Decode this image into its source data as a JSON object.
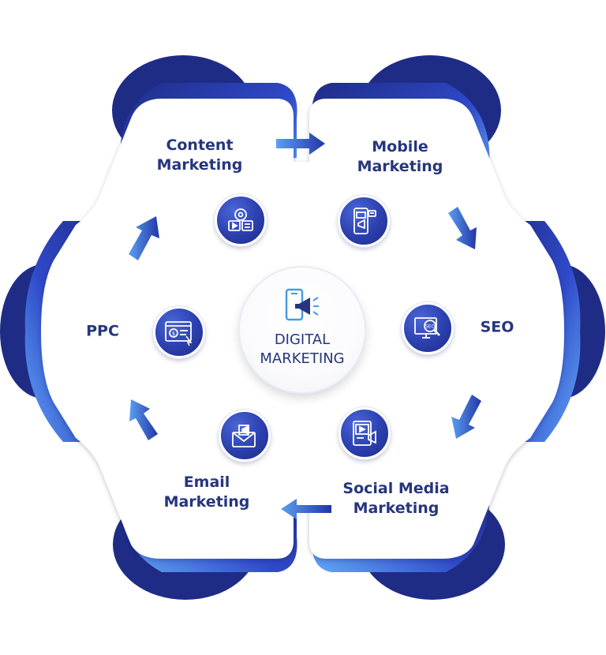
{
  "center": {
    "title_line1": "DIGITAL",
    "title_line2": "MARKETING",
    "icon": "megaphone-phone-icon"
  },
  "segments": [
    {
      "id": "content",
      "line1": "Content",
      "line2": "Marketing",
      "icon": "content-media-icon"
    },
    {
      "id": "mobile",
      "line1": "Mobile",
      "line2": "Marketing",
      "icon": "mobile-phone-icon"
    },
    {
      "id": "seo",
      "line1": "SEO",
      "line2": "",
      "icon": "seo-monitor-icon"
    },
    {
      "id": "social",
      "line1": "Social Media",
      "line2": "Marketing",
      "icon": "video-megaphone-icon"
    },
    {
      "id": "email",
      "line1": "Email",
      "line2": "Marketing",
      "icon": "email-envelope-icon"
    },
    {
      "id": "ppc",
      "line1": "PPC",
      "line2": "",
      "icon": "ppc-browser-icon"
    }
  ],
  "colors": {
    "dark_blue": "#1f2c86",
    "mid_blue": "#2f49c9",
    "light_blue": "#5fa6f5",
    "text": "#26367e"
  }
}
